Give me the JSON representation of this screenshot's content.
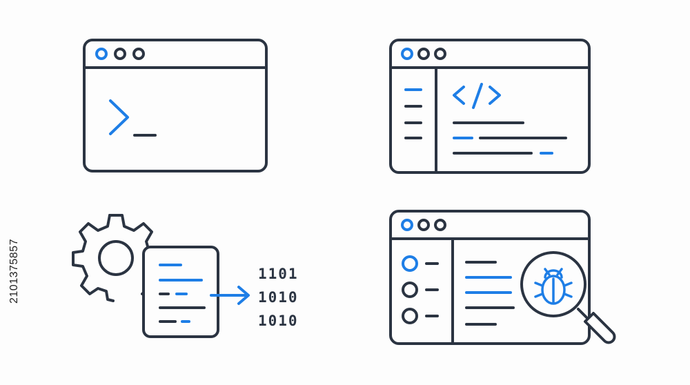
{
  "stock_id": "2101375857",
  "colors": {
    "stroke": "#2b3442",
    "accent": "#1e7ee6",
    "background": "#fdfdfd"
  },
  "icons": [
    {
      "name": "terminal-window-icon",
      "symbol": ">_"
    },
    {
      "name": "code-editor-window-icon",
      "symbol": "</>"
    },
    {
      "name": "compile-to-binary-icon",
      "binary_lines": [
        "1101",
        "1010",
        "1010"
      ]
    },
    {
      "name": "debug-window-icon",
      "symbol": "bug"
    }
  ]
}
